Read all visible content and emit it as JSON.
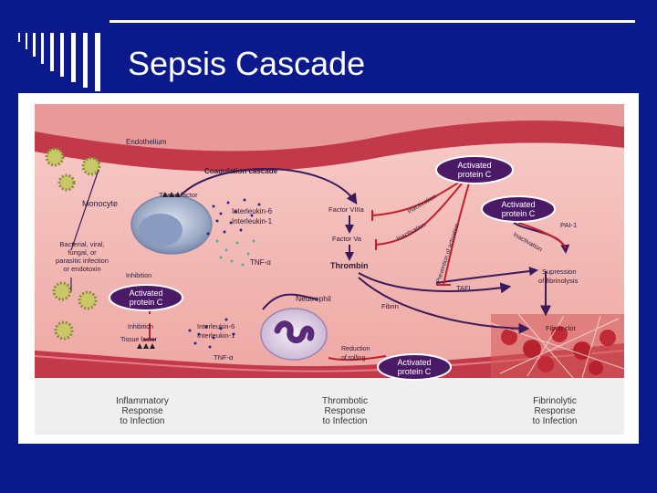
{
  "slide": {
    "title": "Sepsis Cascade"
  },
  "labels": {
    "endothelium": "Endothelium",
    "coagulation_cascade": "Coagulation cascade",
    "tissue_factor_top": "Tissue factor",
    "monocyte": "Monocyte",
    "interleukin6_top": "Interleukin-6",
    "interleukin1_top": "Interleukin-1",
    "tnf_top": "TNF-α",
    "infection_line1": "Bacterial, viral,",
    "infection_line2": "fungal, or",
    "infection_line3": "parasitic infection",
    "infection_line4": "or endotoxin",
    "inhibition_top": "Inhibition",
    "apc_left_line1": "Activated",
    "apc_left_line2": "protein C",
    "inhibition_bottom": "Inhibition",
    "tissue_factor_bottom": "Tissue factor",
    "interleukin6_bottom": "Interleukin-6",
    "interleukin1_bottom": "Interleukin-1",
    "tnf_bottom": "TNF-α",
    "neutrophil": "Neutrophil",
    "reduction_line1": "Reduction",
    "reduction_line2": "of rolling",
    "apc_bottom_line1": "Activated",
    "apc_bottom_line2": "protein C",
    "factor_viiia": "Factor VIIIa",
    "factor_va": "Factor Va",
    "thrombin": "Thrombin",
    "fibrin": "Fibrin",
    "apc_top_line1": "Activated",
    "apc_top_line2": "protein C",
    "inactivation_1": "Inactivation",
    "inactivation_2": "Inactivation",
    "prevention": "Prevention of activation",
    "tafi": "TAFI",
    "apc_right_line1": "Activated",
    "apc_right_line2": "protein C",
    "pai1": "PAI-1",
    "inactivation_3": "Inactivation",
    "suppression_line1": "Supression",
    "suppression_line2": "of fibrinolysis",
    "fibrin_clot": "Fibrin clot",
    "inflammatory_line1": "Inflammatory",
    "inflammatory_line2": "Response",
    "inflammatory_line3": "to Infection",
    "thrombotic_line1": "Thrombotic",
    "thrombotic_line2": "Response",
    "thrombotic_line3": "to Infection",
    "fibrinolytic_line1": "Fibrinolytic",
    "fibrinolytic_line2": "Response",
    "fibrinolytic_line3": "to Infection"
  },
  "colors": {
    "slide_background": "#0a1a8c",
    "title_text": "#ffffff",
    "vessel_wall": "#c23a4a",
    "vessel_lumen": "#f0b0ac",
    "apc_badge": "#4a1a66",
    "arrow": "#3a1a5a",
    "inhibit": "#c0202a"
  }
}
